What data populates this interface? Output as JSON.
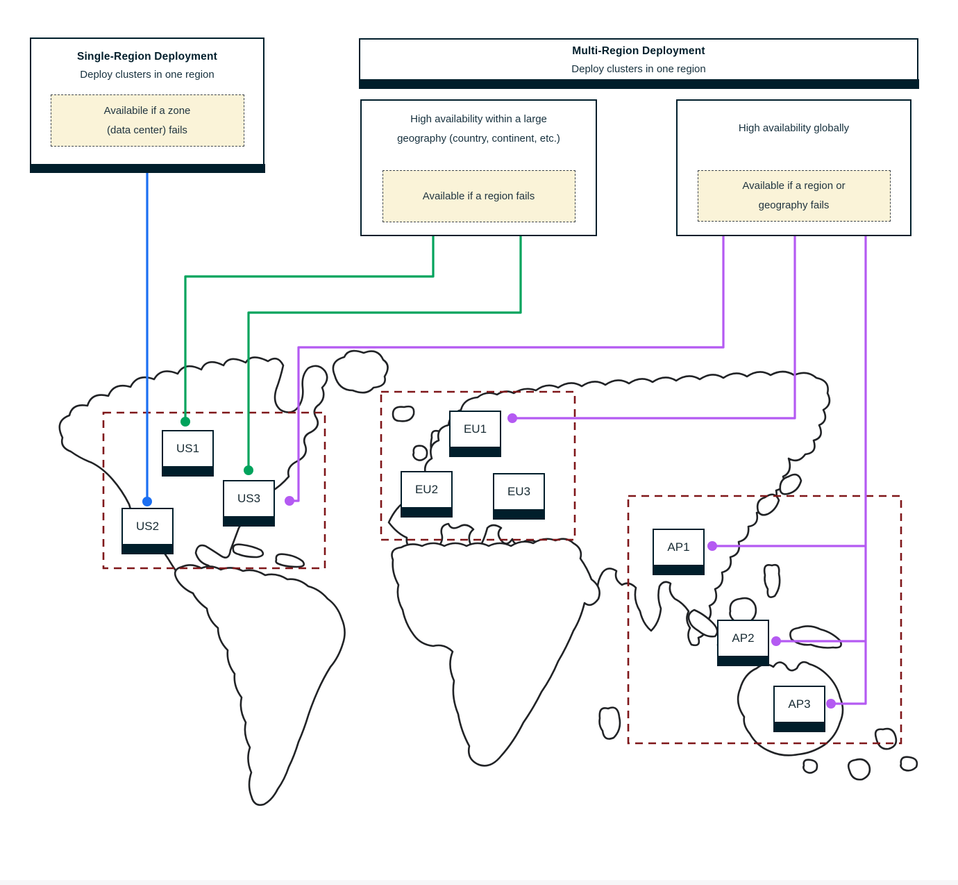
{
  "single_region": {
    "title": "Single-Region Deployment",
    "subtitle": "Deploy clusters in one region",
    "note_line1": "Availabile if a zone",
    "note_line2": "(data center) fails"
  },
  "multi_region": {
    "title": "Multi-Region Deployment",
    "subtitle": "Deploy clusters in one region",
    "geography_box": {
      "title_line1": "High availability within a large",
      "title_line2": "geography (country, continent, etc.)",
      "note": "Available if a region fails"
    },
    "global_box": {
      "title": "High availability globally",
      "note_line1": "Available if a region or",
      "note_line2": "geography fails"
    }
  },
  "nodes": [
    {
      "label": "US1"
    },
    {
      "label": "US2"
    },
    {
      "label": "US3"
    },
    {
      "label": "EU1"
    },
    {
      "label": "EU2"
    },
    {
      "label": "EU3"
    },
    {
      "label": "AP1"
    },
    {
      "label": "AP2"
    },
    {
      "label": "AP3"
    }
  ],
  "colors": {
    "navy": "#001e2b",
    "blue": "#1b6ff2",
    "green": "#00a35c",
    "purple": "#b45af2",
    "region-red": "#7f1619",
    "note-bg": "#faf3d8",
    "map-outline": "#212326"
  }
}
